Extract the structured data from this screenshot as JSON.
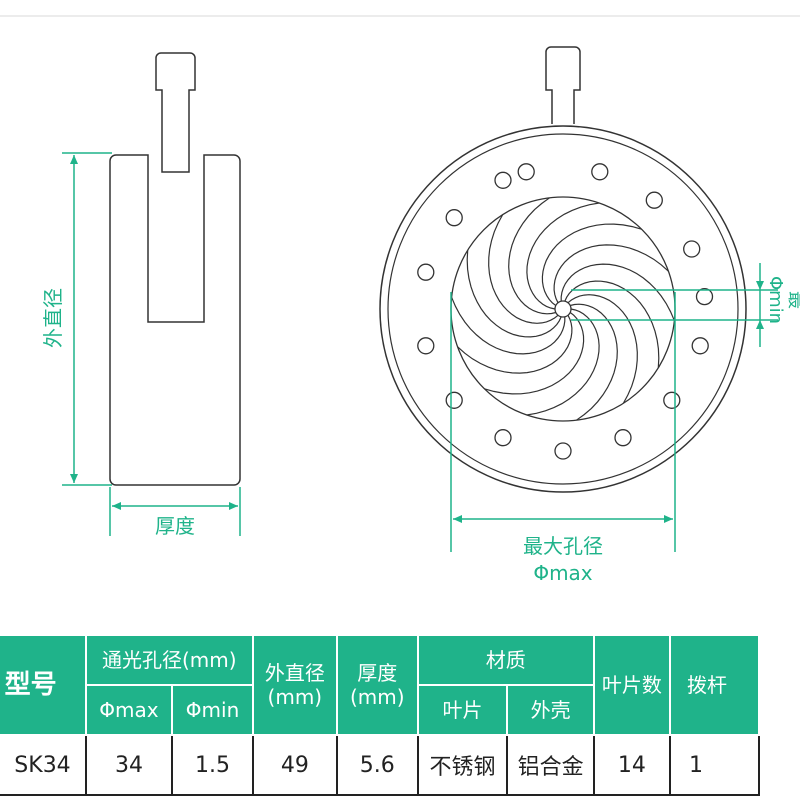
{
  "side_view": {
    "outer_diameter_label": "外直径",
    "thickness_label": "厚度"
  },
  "front_view": {
    "max_aperture_label": "最大孔径",
    "phi_max_label": "Φmax",
    "phi_min_label": "Φmin",
    "cut_label": "最"
  },
  "colors": {
    "accent": "#1fb38a",
    "line": "#333333",
    "background": "#ffffff"
  },
  "table": {
    "headers": {
      "model": "型号",
      "aperture": "通光孔径(mm)",
      "phi_max": "Φmax",
      "phi_min": "Φmin",
      "outer_diameter": "外直径\n(mm)",
      "thickness": "厚度\n(mm)",
      "material": "材质",
      "blade": "叶片",
      "shell": "外壳",
      "blade_count": "叶片数",
      "lever": "拨杆"
    },
    "row": {
      "model": "SK34",
      "phi_max": "34",
      "phi_min": "1.5",
      "outer_diameter": "49",
      "thickness": "5.6",
      "blade_material": "不锈钢",
      "shell_material": "铝合金",
      "blade_count": "14",
      "lever": "1"
    }
  }
}
